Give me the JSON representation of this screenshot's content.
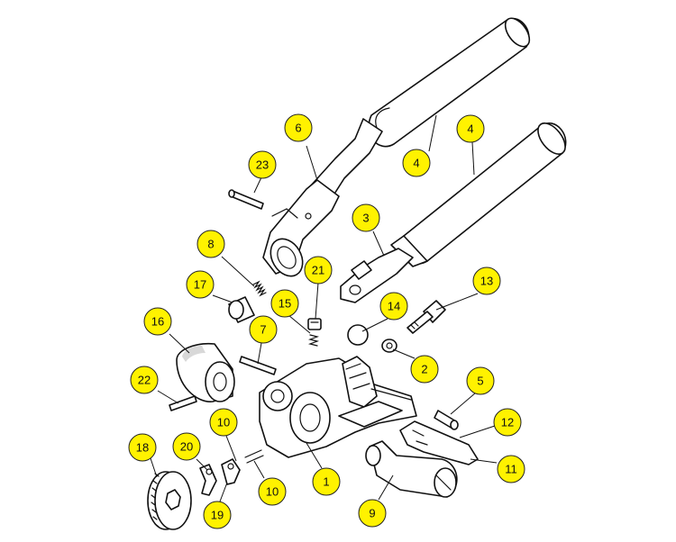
{
  "callouts": [
    {
      "id": "c6",
      "label": "6"
    },
    {
      "id": "c4a",
      "label": "4"
    },
    {
      "id": "c4b",
      "label": "4"
    },
    {
      "id": "c23",
      "label": "23"
    },
    {
      "id": "c3",
      "label": "3"
    },
    {
      "id": "c8",
      "label": "8"
    },
    {
      "id": "c21",
      "label": "21"
    },
    {
      "id": "c13",
      "label": "13"
    },
    {
      "id": "c17",
      "label": "17"
    },
    {
      "id": "c15",
      "label": "15"
    },
    {
      "id": "c14",
      "label": "14"
    },
    {
      "id": "c16",
      "label": "16"
    },
    {
      "id": "c7",
      "label": "7"
    },
    {
      "id": "c2",
      "label": "2"
    },
    {
      "id": "c22",
      "label": "22"
    },
    {
      "id": "c5",
      "label": "5"
    },
    {
      "id": "c10a",
      "label": "10"
    },
    {
      "id": "c12",
      "label": "12"
    },
    {
      "id": "c18",
      "label": "18"
    },
    {
      "id": "c20",
      "label": "20"
    },
    {
      "id": "c11",
      "label": "11"
    },
    {
      "id": "c1",
      "label": "1"
    },
    {
      "id": "c10b",
      "label": "10"
    },
    {
      "id": "c19",
      "label": "19"
    },
    {
      "id": "c9",
      "label": "9"
    }
  ],
  "colors": {
    "callout_fill": "#fff200",
    "line": "#111111"
  }
}
